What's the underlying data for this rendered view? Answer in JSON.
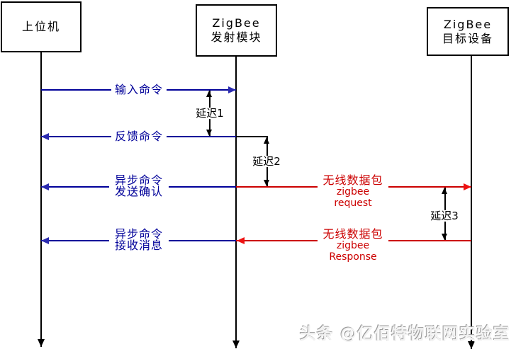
{
  "diagram_type": "sequence-diagram",
  "actors": [
    {
      "name": "host",
      "lines": [
        "上位机"
      ]
    },
    {
      "name": "zigbee-transmitter",
      "lines": [
        "ZigBee",
        "发射模块"
      ]
    },
    {
      "name": "zigbee-target",
      "lines": [
        "ZigBee",
        "目标设备"
      ]
    }
  ],
  "messages": [
    {
      "id": "m1",
      "label": "输入命令",
      "from": "host",
      "to": "zigbee-transmitter",
      "direction": "right",
      "color": "blue"
    },
    {
      "id": "m2",
      "label": "反馈命令",
      "from": "zigbee-transmitter",
      "to": "host",
      "direction": "left",
      "color": "blue"
    },
    {
      "id": "m3",
      "label1": "异步命令",
      "label2": "发送确认",
      "from": "zigbee-transmitter",
      "to": "host",
      "direction": "left",
      "color": "blue"
    },
    {
      "id": "m4",
      "label1": "无线数据包",
      "label2": "zigbee request",
      "from": "zigbee-transmitter",
      "to": "zigbee-target",
      "direction": "right",
      "color": "red"
    },
    {
      "id": "m5",
      "label1": "异步命令",
      "label2": "接收消息",
      "from": "zigbee-transmitter",
      "to": "host",
      "direction": "left",
      "color": "blue"
    },
    {
      "id": "m6",
      "label1": "无线数据包",
      "label2": "zigbee Response",
      "from": "zigbee-target",
      "to": "zigbee-transmitter",
      "direction": "left",
      "color": "red"
    }
  ],
  "delays": [
    {
      "id": "d1",
      "label": "延迟1",
      "between": [
        "m1",
        "m2"
      ]
    },
    {
      "id": "d2",
      "label": "延迟2",
      "between": [
        "m2",
        "m3"
      ]
    },
    {
      "id": "d3",
      "label": "延迟3",
      "between": [
        "m4",
        "m6"
      ]
    }
  ],
  "watermark": "头条 @亿佰特物联网实验室",
  "colors": {
    "blue_line": "#000099",
    "blue_arrow": "#2B2BB0",
    "red_line": "#CC0000",
    "red_arrow": "#EE1111",
    "black": "#000000",
    "background": "#FFFFFF"
  }
}
